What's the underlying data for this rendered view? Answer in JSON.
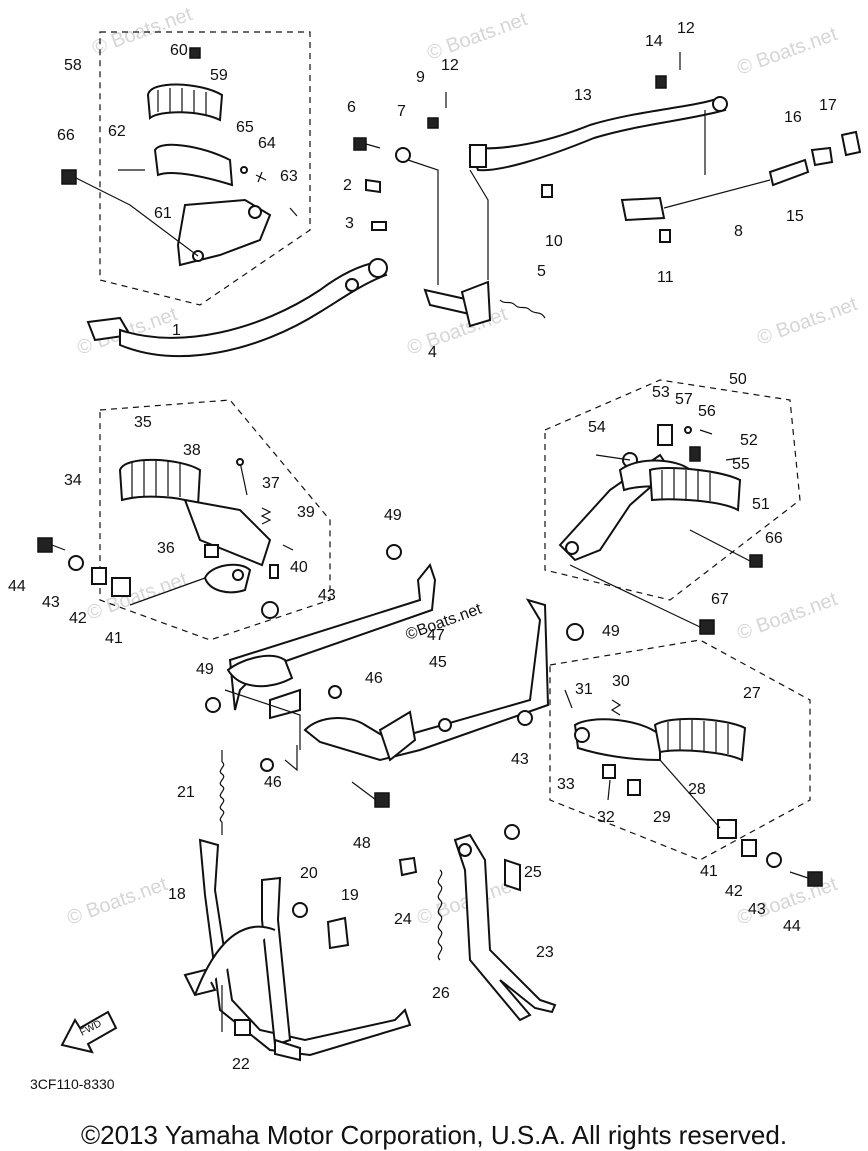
{
  "callouts": [
    "1",
    "2",
    "3",
    "4",
    "5",
    "6",
    "7",
    "8",
    "9",
    "10",
    "11",
    "12",
    "12",
    "13",
    "14",
    "15",
    "16",
    "17",
    "18",
    "19",
    "20",
    "21",
    "22",
    "23",
    "24",
    "25",
    "26",
    "27",
    "28",
    "29",
    "30",
    "31",
    "32",
    "33",
    "34",
    "35",
    "36",
    "37",
    "38",
    "39",
    "40",
    "41",
    "41",
    "42",
    "42",
    "43",
    "43",
    "43",
    "43",
    "44",
    "44",
    "45",
    "46",
    "46",
    "47",
    "48",
    "49",
    "49",
    "49",
    "50",
    "51",
    "52",
    "53",
    "54",
    "55",
    "56",
    "57",
    "58",
    "59",
    "60",
    "61",
    "62",
    "63",
    "64",
    "65",
    "66",
    "66",
    "67"
  ],
  "watermark": "© Boats.net",
  "center_watermark": "©Boats.net",
  "fwd_label": "FWD",
  "diagram_code": "3CF110-8330",
  "copyright": "©2013 Yamaha Motor Corporation, U.S.A. All rights reserved."
}
